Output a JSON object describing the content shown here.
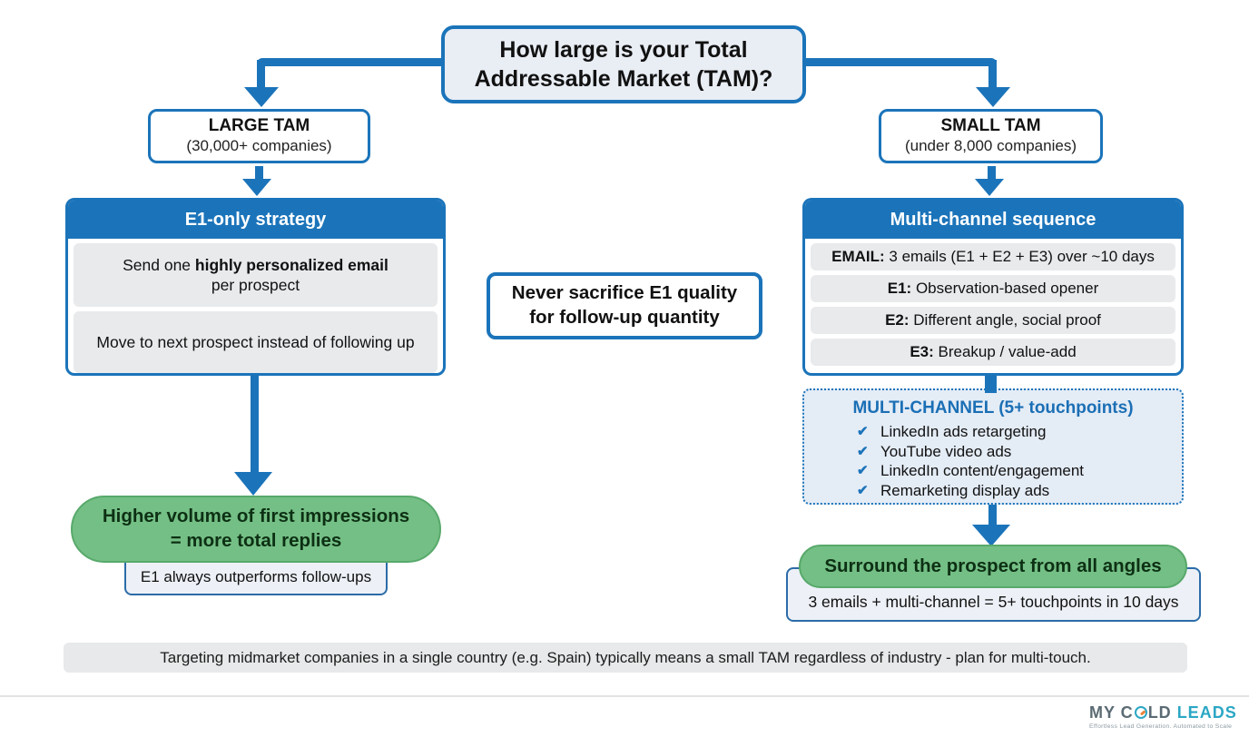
{
  "colors": {
    "primary_blue": "#1b74ba",
    "header_bg": "#e9edf4",
    "row_gray": "#e8eaec",
    "dotted_bg": "#e4ecf6",
    "green_pill": "#74bf85",
    "logo_teal": "#2ba7c4",
    "logo_orange": "#e8833a"
  },
  "title": {
    "line1": "How large is your Total",
    "line2": "Addressable Market (TAM)?"
  },
  "left_branch": {
    "tam_title": "LARGE TAM",
    "tam_subtitle": "(30,000+ companies)",
    "panel_title": "E1-only strategy",
    "row1_prefix": "Send one ",
    "row1_bold": "highly personalized email",
    "row1_line2": "per prospect",
    "row2": "Move to next prospect instead of following up",
    "result_line1": "Higher volume of first impressions",
    "result_line2": "= more total replies",
    "footnote": "E1 always outperforms follow-ups"
  },
  "center_note": {
    "line1": "Never sacrifice E1 quality",
    "line2": "for follow-up quantity"
  },
  "right_branch": {
    "tam_title": "SMALL TAM",
    "tam_subtitle": "(under 8,000 companies)",
    "panel_title": "Multi-channel sequence",
    "rows": [
      {
        "label": "EMAIL:",
        "text": " 3 emails (E1 + E2 + E3) over ~10 days"
      },
      {
        "label": "E1:",
        "text": " Observation-based opener"
      },
      {
        "label": "E2:",
        "text": " Different angle, social proof"
      },
      {
        "label": "E3:",
        "text": " Breakup / value-add"
      }
    ],
    "multichannel": {
      "title": "MULTI-CHANNEL (5+ touchpoints)",
      "check_glyph": "✔",
      "items": [
        "LinkedIn ads retargeting",
        "YouTube video ads",
        "LinkedIn content/engagement",
        "Remarketing display ads"
      ]
    },
    "result": "Surround the prospect from all angles",
    "footnote": "3 emails + multi-channel = 5+ touchpoints in 10 days"
  },
  "bottom_note": "Targeting midmarket companies in a single country (e.g. Spain) typically means a small TAM regardless of industry - plan for multi-touch.",
  "footer_logo": {
    "part1": "MY C",
    "part2": "LD",
    "part3": " LEADS",
    "tagline": "Effortless Lead Generation. Automated to Scale"
  }
}
